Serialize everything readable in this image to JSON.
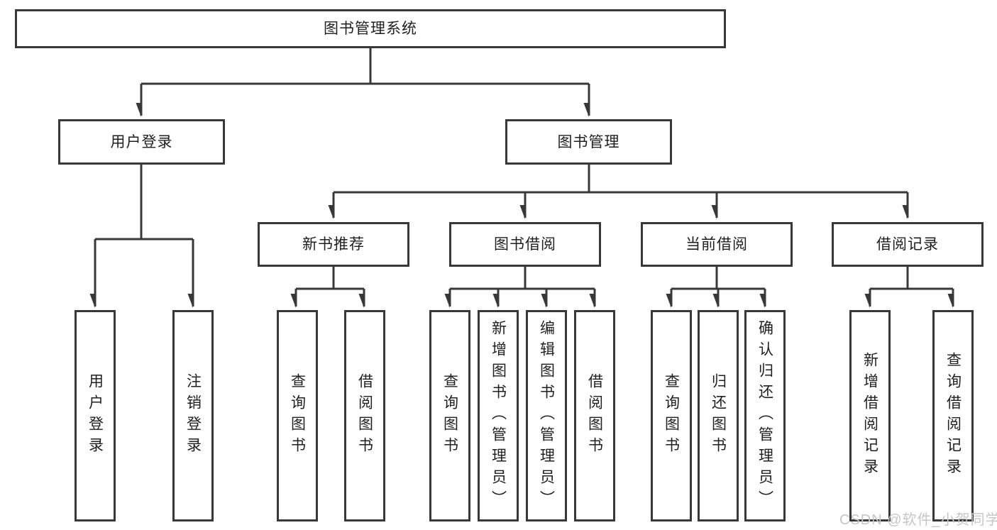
{
  "diagram": {
    "type": "functional-structure-tree",
    "root": {
      "label": "图书管理系统"
    },
    "level2": [
      {
        "label": "用户登录"
      },
      {
        "label": "图书管理"
      }
    ],
    "level3": [
      {
        "label": "新书推荐"
      },
      {
        "label": "图书借阅"
      },
      {
        "label": "当前借阅"
      },
      {
        "label": "借阅记录"
      }
    ],
    "leaves": {
      "user_login": [
        {
          "label": "用户登录"
        },
        {
          "label": "注销登录"
        }
      ],
      "new_book_recommend": [
        {
          "label": "查询图书"
        },
        {
          "label": "借阅图书"
        }
      ],
      "book_borrowing": [
        {
          "label": "查询图书"
        },
        {
          "label": "新增图书（管理员）"
        },
        {
          "label": "编辑图书（管理员）"
        },
        {
          "label": "借阅图书"
        }
      ],
      "current_borrowing": [
        {
          "label": "查询图书"
        },
        {
          "label": "归还图书"
        },
        {
          "label": "确认归还（管理员）"
        }
      ],
      "borrow_records": [
        {
          "label": "新增借阅记录"
        },
        {
          "label": "查询借阅记录"
        }
      ]
    },
    "watermark": {
      "label": "CSDN @软件_小贺同学"
    },
    "colors": {
      "line": "#383838",
      "box_border": "#383838",
      "text": "#1f1f1f",
      "background": "#ffffff",
      "watermark": "#c6c6c6"
    }
  }
}
